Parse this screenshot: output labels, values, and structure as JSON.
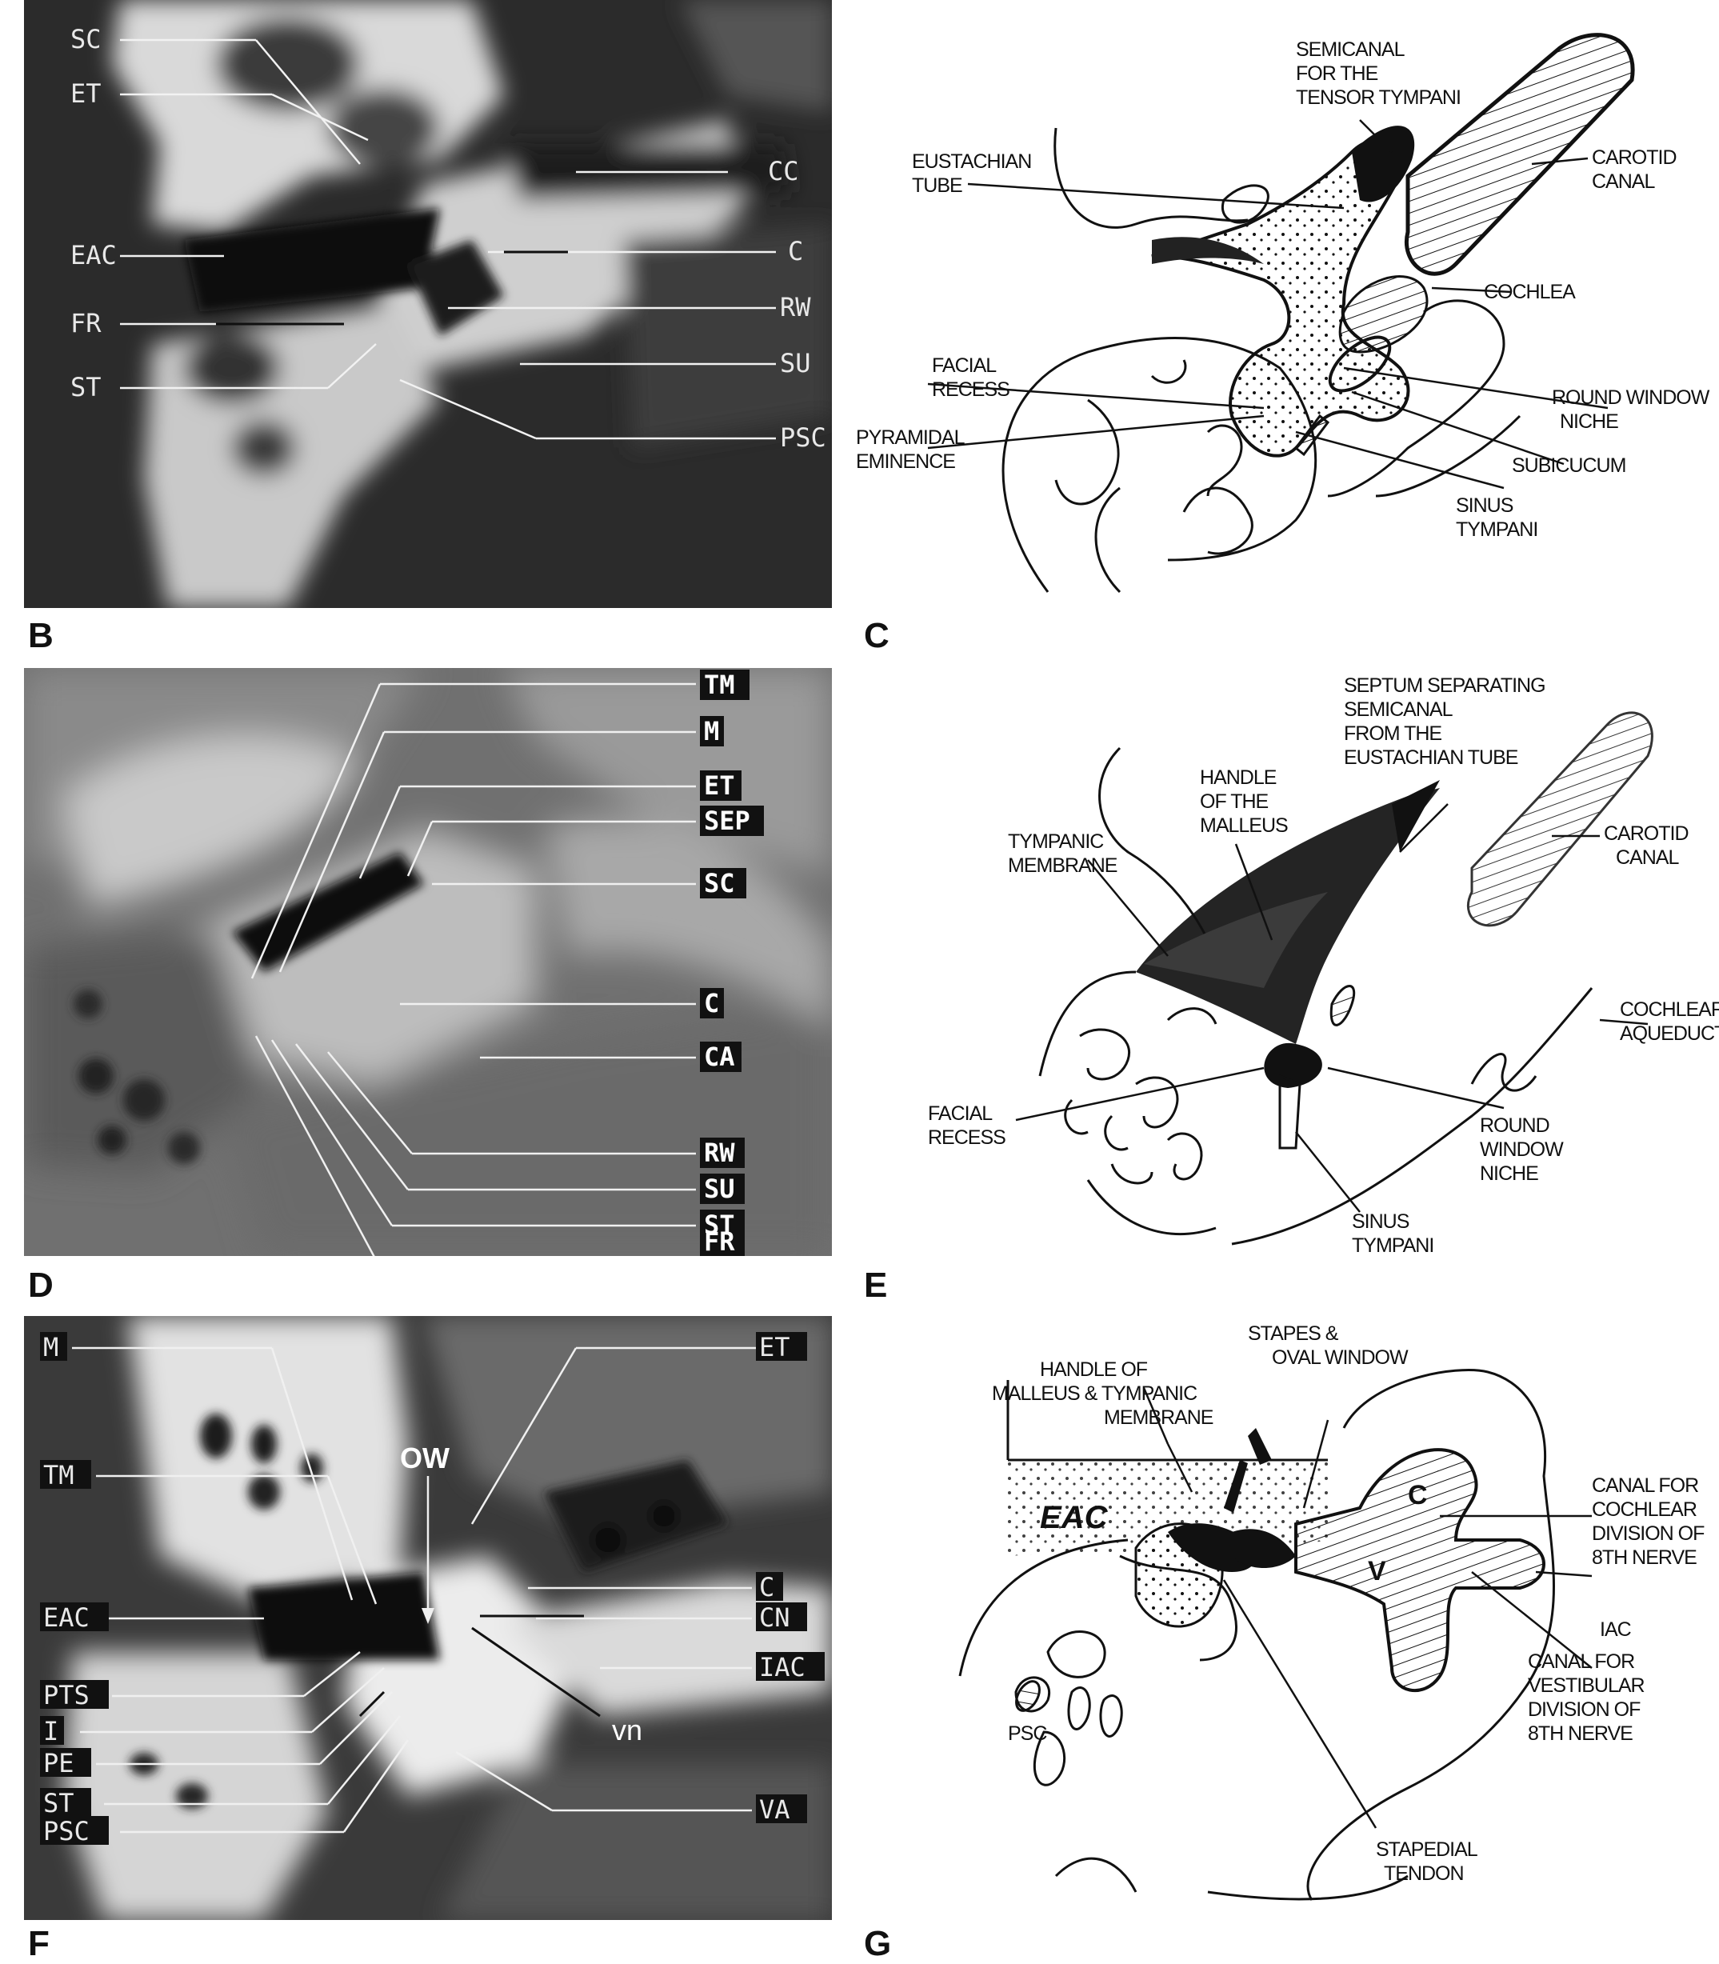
{
  "panels": {
    "B": {
      "letter": "B",
      "labels_left": [
        "SC",
        "ET",
        "EAC",
        "FR",
        "ST"
      ],
      "labels_right": [
        "CC",
        "C",
        "RW",
        "SU",
        "PSC"
      ]
    },
    "C": {
      "letter": "C",
      "labels": {
        "semicanal": [
          "SEMICANAL",
          "FOR THE",
          "TENSOR TYMPANI"
        ],
        "eustachian": [
          "EUSTACHIAN",
          "TUBE"
        ],
        "carotid": [
          "CAROTID",
          "CANAL"
        ],
        "cochlea": [
          "COCHLEA"
        ],
        "facial": [
          "FACIAL",
          "RECESS"
        ],
        "pyramidal": [
          "PYRAMIDAL",
          "EMINENCE"
        ],
        "round": [
          "ROUND WINDOW",
          "NICHE"
        ],
        "subiculum": [
          "SUBICUCUM"
        ],
        "sinus": [
          "SINUS",
          "TYMPANI"
        ]
      }
    },
    "D": {
      "letter": "D",
      "labels": [
        "TM",
        "M",
        "ET",
        "SEP",
        "SC",
        "C",
        "CA",
        "RW",
        "SU",
        "ST",
        "FR"
      ]
    },
    "E": {
      "letter": "E",
      "labels": {
        "septum": [
          "SEPTUM SEPARATING",
          "SEMICANAL",
          "FROM THE",
          "EUSTACHIAN TUBE"
        ],
        "handle": [
          "HANDLE",
          "OF THE",
          "MALLEUS"
        ],
        "tympanic": [
          "TYMPANIC",
          "MEMBRANE"
        ],
        "carotid": [
          "CAROTID",
          "CANAL"
        ],
        "cochlear": [
          "COCHLEAR",
          "AQUEDUCT"
        ],
        "facial": [
          "FACIAL",
          "RECESS"
        ],
        "round": [
          "ROUND",
          "WINDOW",
          "NICHE"
        ],
        "sinus": [
          "SINUS",
          "TYMPANI"
        ]
      }
    },
    "F": {
      "letter": "F",
      "labels_left": [
        "M",
        "TM",
        "EAC",
        "PTS",
        "I",
        "PE",
        "ST",
        "PSC"
      ],
      "labels_right": [
        "ET",
        "C",
        "CN",
        "IAC",
        "VA"
      ],
      "inline": [
        "OW",
        "vn"
      ]
    },
    "G": {
      "letter": "G",
      "labels": {
        "stapes": [
          "STAPES &",
          "OVAL WINDOW"
        ],
        "handle": [
          "HANDLE OF",
          "MALLEUS & TYMPANIC",
          "MEMBRANE"
        ],
        "eac": "EAC",
        "c": "C",
        "v": "V",
        "canal_cochlear": [
          "CANAL FOR",
          "COCHLEAR",
          "DIVISION OF",
          "8TH NERVE"
        ],
        "iac": "IAC",
        "canal_vestibular": [
          "CANAL FOR",
          "VESTIBULAR",
          "DIVISION OF",
          "8TH NERVE"
        ],
        "psc": "PSC",
        "stapedial": [
          "STAPEDIAL",
          "TENDON"
        ]
      }
    }
  }
}
